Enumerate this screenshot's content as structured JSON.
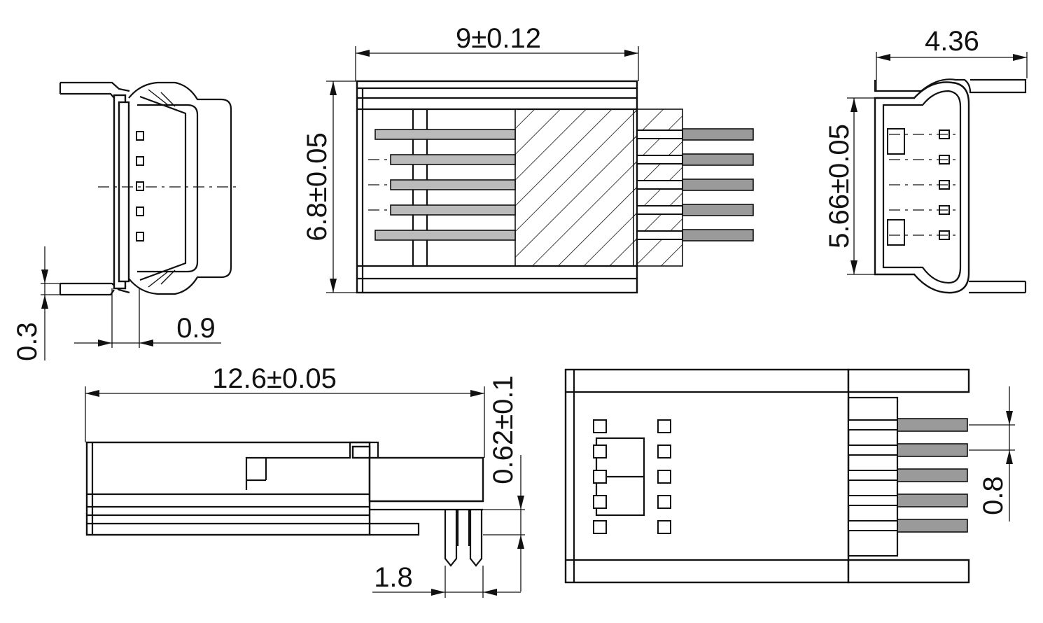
{
  "dimensions": {
    "top_width": "9±0.12",
    "top_height": "6.8±0.05",
    "end_width": "4.36",
    "end_height": "5.66±0.05",
    "side_gap": "0.3",
    "side_tab": "0.9",
    "overall_length": "12.6±0.05",
    "lead_height": "0.62±0.1",
    "lead_length": "1.8",
    "pitch": "0.8"
  }
}
